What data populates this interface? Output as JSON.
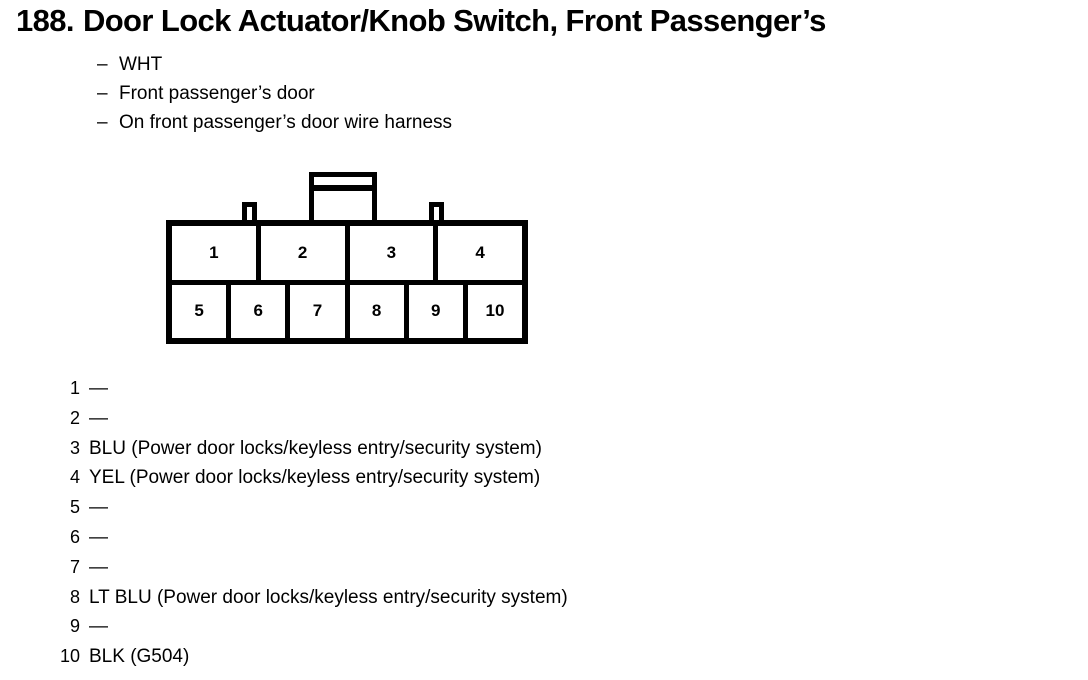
{
  "title": {
    "number": "188.",
    "text": "Door Lock Actuator/Knob Switch, Front Passenger’s"
  },
  "attributes": {
    "dash": "–",
    "items": [
      "WHT",
      "Front passenger’s door",
      "On front passenger’s door wire harness"
    ]
  },
  "connector": {
    "top_row": [
      "1",
      "2",
      "3",
      "4"
    ],
    "bottom_row": [
      "5",
      "6",
      "7",
      "8",
      "9",
      "10"
    ]
  },
  "pin_legend": [
    {
      "pin": "1",
      "desc": "—"
    },
    {
      "pin": "2",
      "desc": "—"
    },
    {
      "pin": "3",
      "desc": "BLU (Power door locks/keyless entry/security system)"
    },
    {
      "pin": "4",
      "desc": "YEL (Power door locks/keyless entry/security system)"
    },
    {
      "pin": "5",
      "desc": "—"
    },
    {
      "pin": "6",
      "desc": "—"
    },
    {
      "pin": "7",
      "desc": "—"
    },
    {
      "pin": "8",
      "desc": "LT BLU (Power door locks/keyless entry/security system)"
    },
    {
      "pin": "9",
      "desc": "—"
    },
    {
      "pin": "10",
      "desc": "BLK (G504)"
    }
  ],
  "colors": {
    "ink": "#000000",
    "paper": "#ffffff"
  }
}
